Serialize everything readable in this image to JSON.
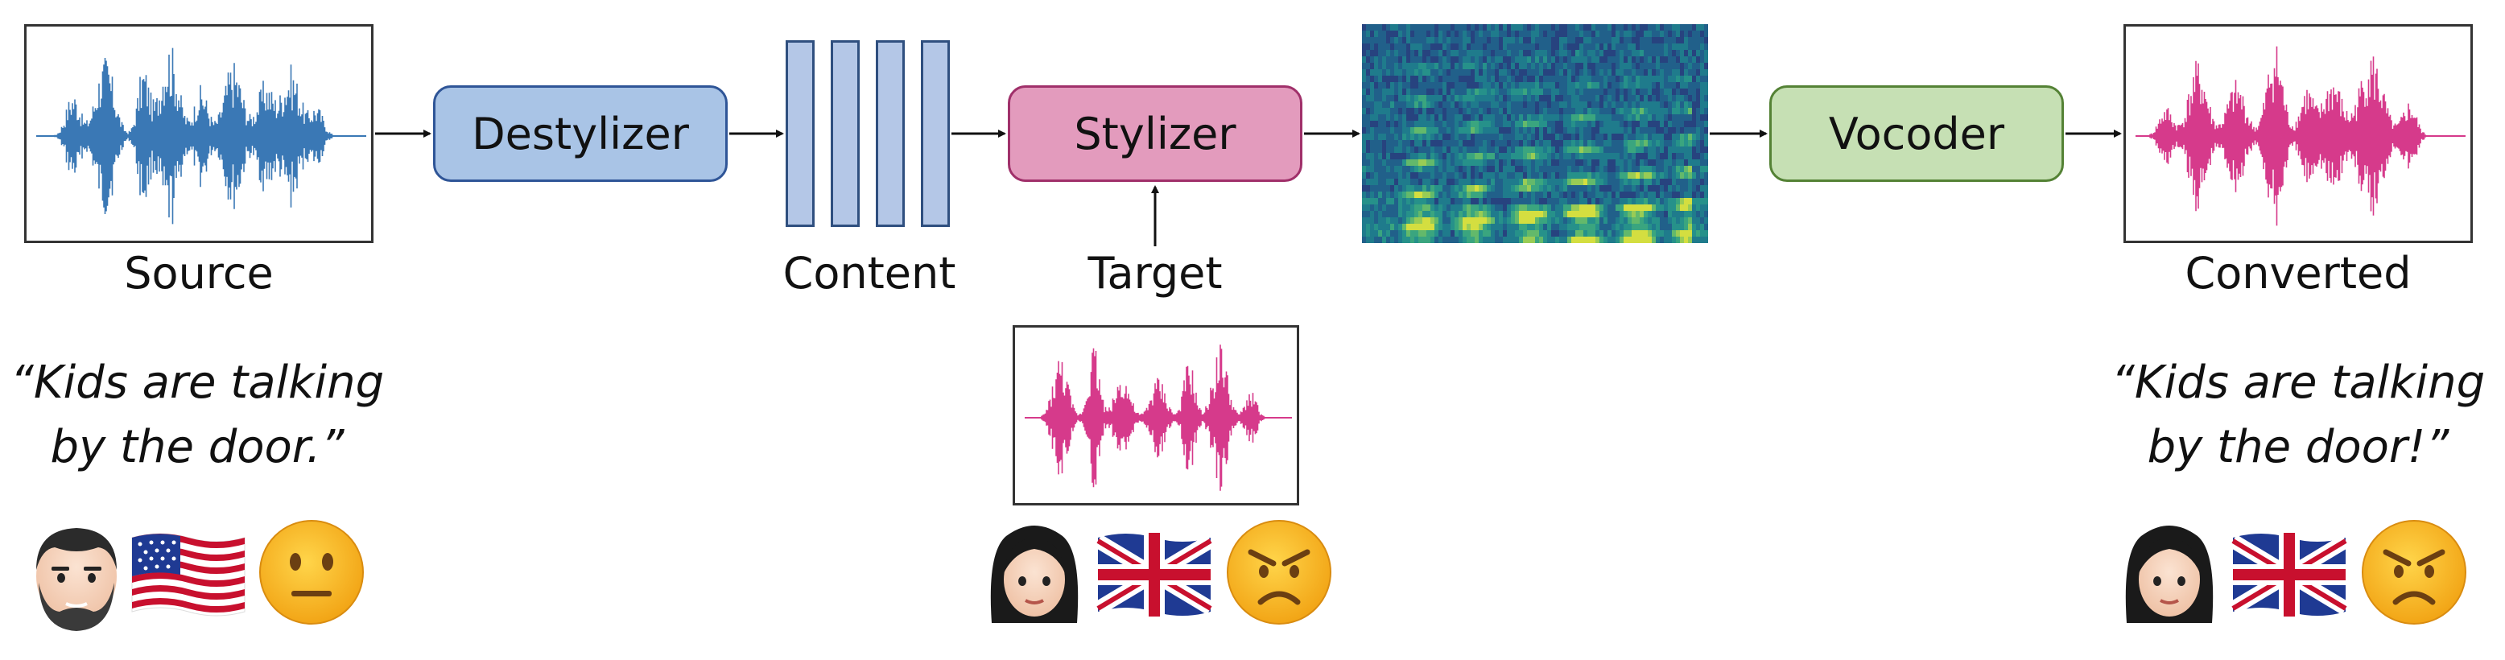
{
  "labels": {
    "source": "Source",
    "content": "Content",
    "target": "Target",
    "converted": "Converted"
  },
  "modules": {
    "destylizer": "Destylizer",
    "stylizer": "Stylizer",
    "vocoder": "Vocoder"
  },
  "quotes": {
    "source_line1": "“Kids are talking",
    "source_line2": "by the door.”",
    "converted_line1": "“Kids are talking",
    "converted_line2": "by the door!”"
  },
  "attributes": {
    "source": [
      "man-bearded-icon",
      "us-flag-icon",
      "neutral-face-icon"
    ],
    "target": [
      "woman-icon",
      "uk-flag-icon",
      "angry-face-icon"
    ],
    "converted": [
      "woman-icon",
      "uk-flag-icon",
      "angry-face-icon"
    ]
  },
  "colors": {
    "source_wave": "#3a78b5",
    "target_wave": "#d63a8b",
    "destylizer_fill": "#a9c4e6",
    "stylizer_fill": "#e39bbd",
    "vocoder_fill": "#c6e0b4",
    "content_fill": "#b4c7e7"
  }
}
